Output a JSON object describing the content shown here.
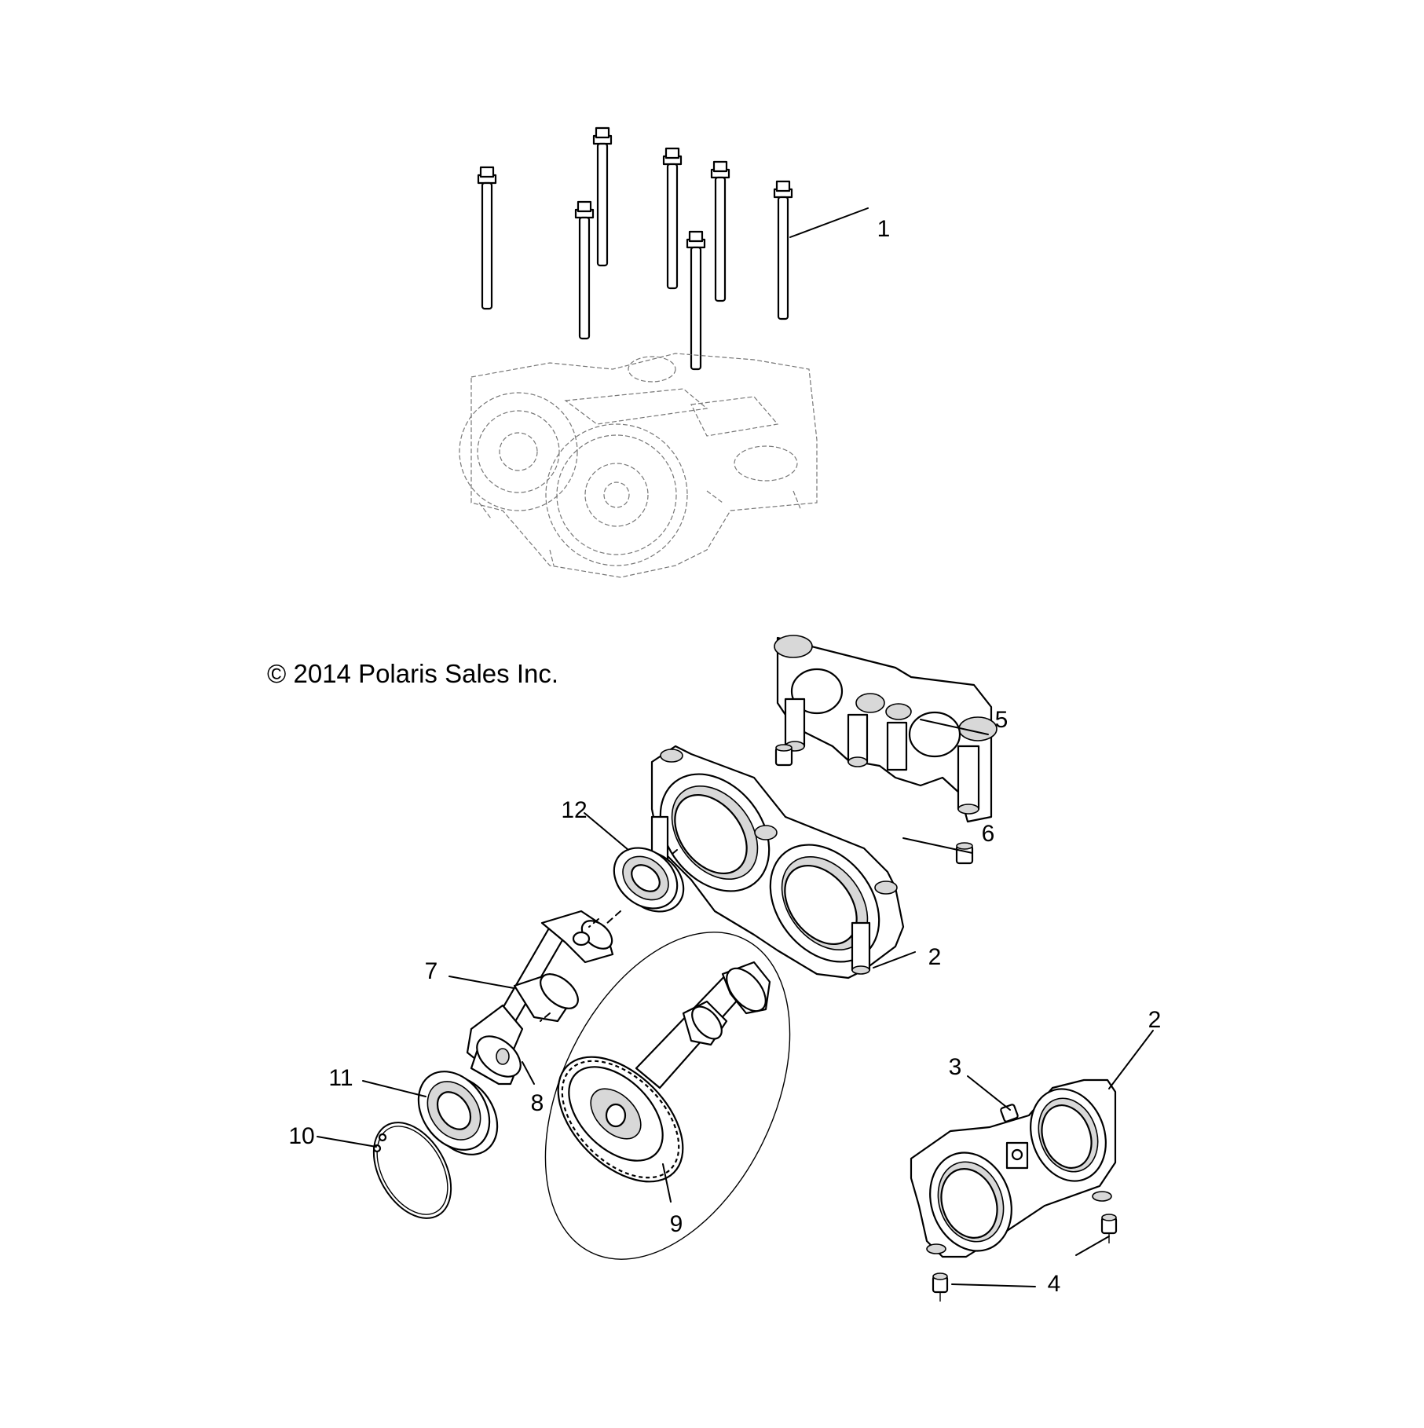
{
  "copyright": "© 2014 Polaris Sales Inc.",
  "callouts": [
    "1",
    "2",
    "2",
    "3",
    "4",
    "5",
    "6",
    "7",
    "8",
    "9",
    "10",
    "11",
    "12"
  ],
  "colors": {
    "line": "#000000",
    "shade": "#d8d8d8",
    "ghost": "#777777",
    "background": "#ffffff"
  }
}
